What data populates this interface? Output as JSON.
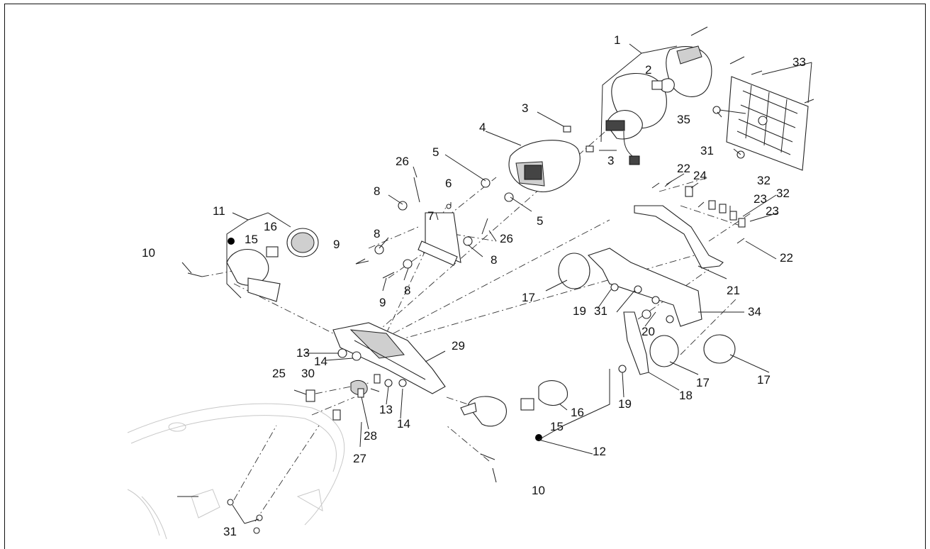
{
  "diagram": {
    "callouts": [
      {
        "id": "c1",
        "text": "1"
      },
      {
        "id": "c2",
        "text": "2"
      },
      {
        "id": "c3a",
        "text": "3"
      },
      {
        "id": "c3b",
        "text": "3"
      },
      {
        "id": "c4",
        "text": "4"
      },
      {
        "id": "c5a",
        "text": "5"
      },
      {
        "id": "c5b",
        "text": "5"
      },
      {
        "id": "c6",
        "text": "6"
      },
      {
        "id": "c7",
        "text": "7"
      },
      {
        "id": "c8a",
        "text": "8"
      },
      {
        "id": "c8b",
        "text": "8"
      },
      {
        "id": "c8c",
        "text": "8"
      },
      {
        "id": "c8d",
        "text": "8"
      },
      {
        "id": "c9a",
        "text": "9"
      },
      {
        "id": "c9b",
        "text": "9"
      },
      {
        "id": "c10a",
        "text": "10"
      },
      {
        "id": "c10b",
        "text": "10"
      },
      {
        "id": "c11",
        "text": "11"
      },
      {
        "id": "c12",
        "text": "12"
      },
      {
        "id": "c13a",
        "text": "13"
      },
      {
        "id": "c13b",
        "text": "13"
      },
      {
        "id": "c14a",
        "text": "14"
      },
      {
        "id": "c14b",
        "text": "14"
      },
      {
        "id": "c15a",
        "text": "15"
      },
      {
        "id": "c15b",
        "text": "15"
      },
      {
        "id": "c16a",
        "text": "16"
      },
      {
        "id": "c16b",
        "text": "16"
      },
      {
        "id": "c17a",
        "text": "17"
      },
      {
        "id": "c17b",
        "text": "17"
      },
      {
        "id": "c17c",
        "text": "17"
      },
      {
        "id": "c18",
        "text": "18"
      },
      {
        "id": "c19a",
        "text": "19"
      },
      {
        "id": "c19b",
        "text": "19"
      },
      {
        "id": "c20",
        "text": "20"
      },
      {
        "id": "c21",
        "text": "21"
      },
      {
        "id": "c22a",
        "text": "22"
      },
      {
        "id": "c22b",
        "text": "22"
      },
      {
        "id": "c23a",
        "text": "23"
      },
      {
        "id": "c23b",
        "text": "23"
      },
      {
        "id": "c24",
        "text": "24"
      },
      {
        "id": "c25",
        "text": "25"
      },
      {
        "id": "c26a",
        "text": "26"
      },
      {
        "id": "c26b",
        "text": "26"
      },
      {
        "id": "c27",
        "text": "27"
      },
      {
        "id": "c28",
        "text": "28"
      },
      {
        "id": "c29",
        "text": "29"
      },
      {
        "id": "c30",
        "text": "30"
      },
      {
        "id": "c31a",
        "text": "31"
      },
      {
        "id": "c31b",
        "text": "31"
      },
      {
        "id": "c31c",
        "text": "31"
      },
      {
        "id": "c32a",
        "text": "32"
      },
      {
        "id": "c32b",
        "text": "32"
      },
      {
        "id": "c33",
        "text": "33"
      },
      {
        "id": "c34",
        "text": "34"
      },
      {
        "id": "c35",
        "text": "35"
      }
    ]
  }
}
